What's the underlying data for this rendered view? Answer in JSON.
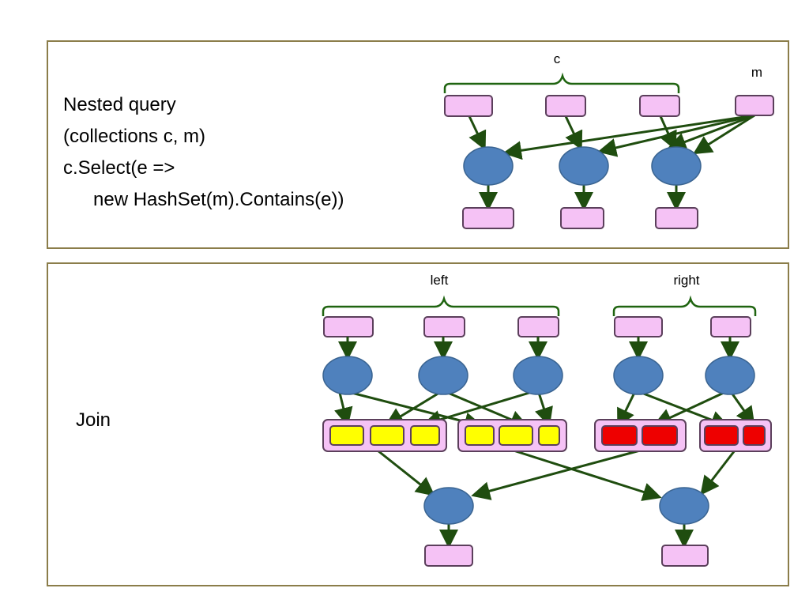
{
  "panels": {
    "nested": {
      "lines": [
        "Nested query",
        "(collections c, m)",
        "c.Select(e =>",
        "    new HashSet(m).Contains(e))"
      ],
      "labels": {
        "c": "c",
        "m": "m"
      }
    },
    "join": {
      "title": "Join",
      "labels": {
        "left": "left",
        "right": "right"
      }
    }
  },
  "colors": {
    "panel_border": "#8b7d4a",
    "node_fill": "#4f81bd",
    "node_stroke": "#3a6491",
    "item_fill": "#f5c2f5",
    "item_stroke": "#5b3f5b",
    "edge": "#1f4d0f",
    "left_fill": "#ffff00",
    "right_fill": "#ee0000"
  }
}
